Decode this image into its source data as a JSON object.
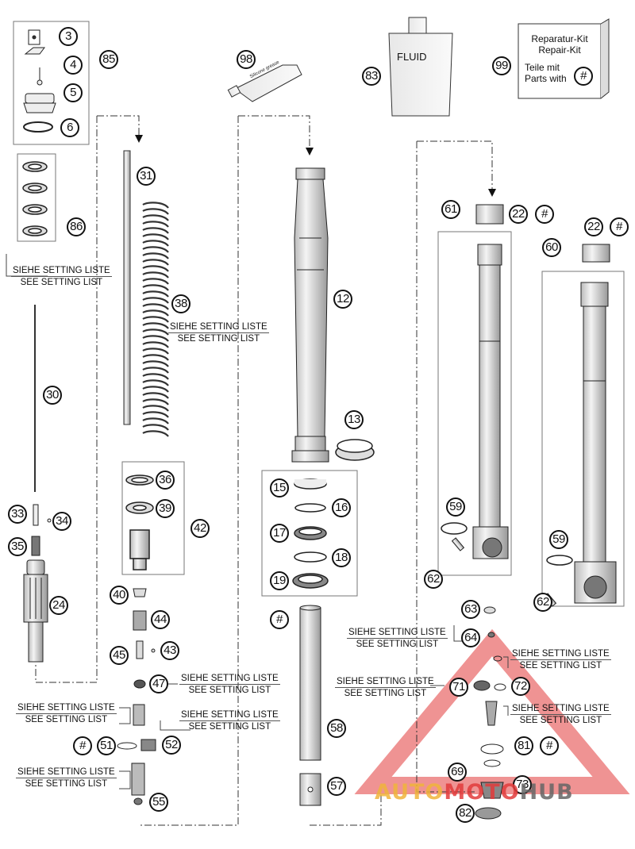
{
  "callouts": [
    "3",
    "4",
    "5",
    "85",
    "6",
    "86",
    "31",
    "38",
    "30",
    "33",
    "34",
    "35",
    "24",
    "36",
    "39",
    "42",
    "40",
    "44",
    "45",
    "43",
    "47",
    "51",
    "52",
    "55",
    "98",
    "83",
    "99",
    "12",
    "13",
    "15",
    "16",
    "17",
    "18",
    "19",
    "58",
    "57",
    "61",
    "22",
    "60",
    "59",
    "62",
    "63",
    "64",
    "71",
    "72",
    "81",
    "69",
    "73",
    "82"
  ],
  "hash": "#",
  "notes": {
    "line1": "SIEHE SETTING LISTE",
    "line2": "SEE SETTING LIST"
  },
  "labels": {
    "fluid": "FLUID",
    "tube": "Silicone grease",
    "kit_title_de": "Reparatur-Kit",
    "kit_title_en": "Repair-Kit",
    "kit_parts_de": "Teile mit",
    "kit_parts_en": "Parts with"
  },
  "watermark": {
    "part1": "AUTO",
    "part2": "MOTO",
    "part3": "HUB"
  },
  "colors": {
    "line": "#111111",
    "accent_red": "#e23b3b",
    "accent_yellow": "#f0b43c"
  }
}
